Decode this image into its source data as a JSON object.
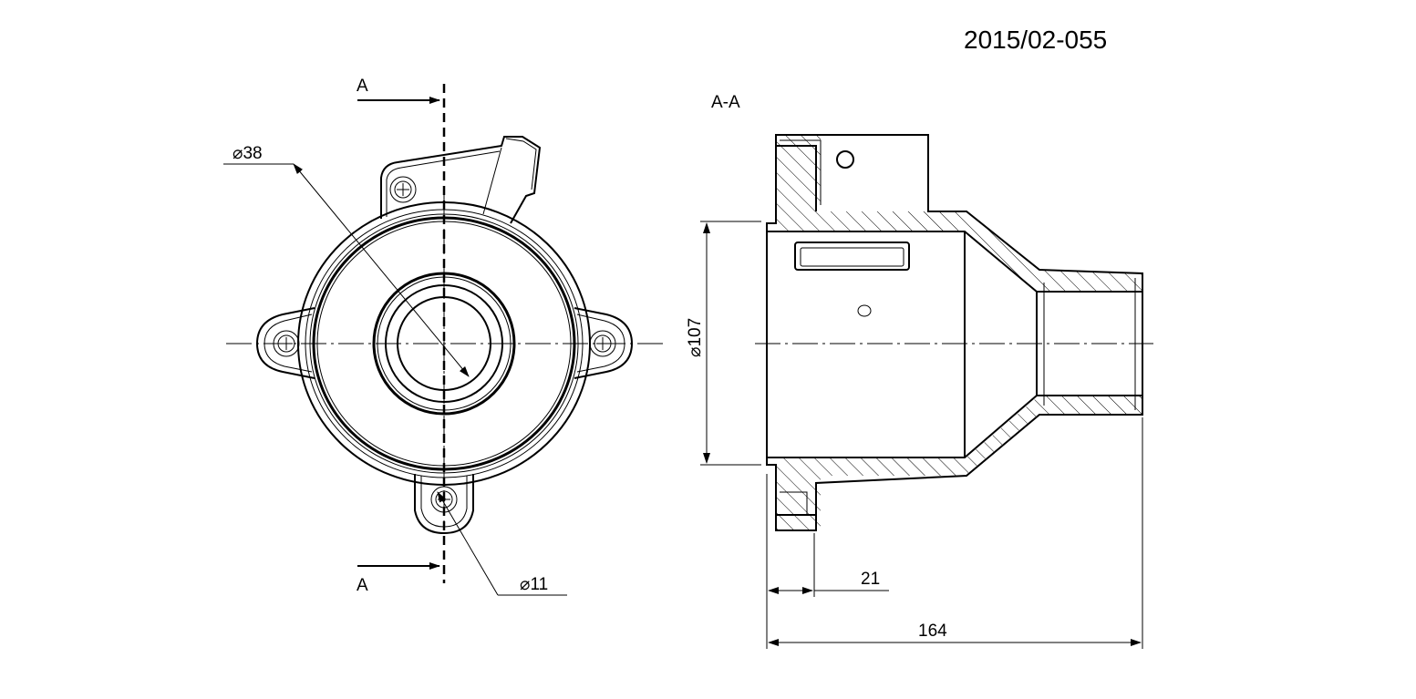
{
  "drawing": {
    "number": "2015/02-055",
    "section_label": "A-A",
    "cut_marker_top": "A",
    "cut_marker_bottom": "A",
    "dim_bore": "⌀38",
    "dim_hole": "⌀11",
    "dim_diameter": "⌀107",
    "dim_flange": "21",
    "dim_length": "164"
  },
  "colors": {
    "ink": "#000000",
    "paper": "#ffffff"
  }
}
